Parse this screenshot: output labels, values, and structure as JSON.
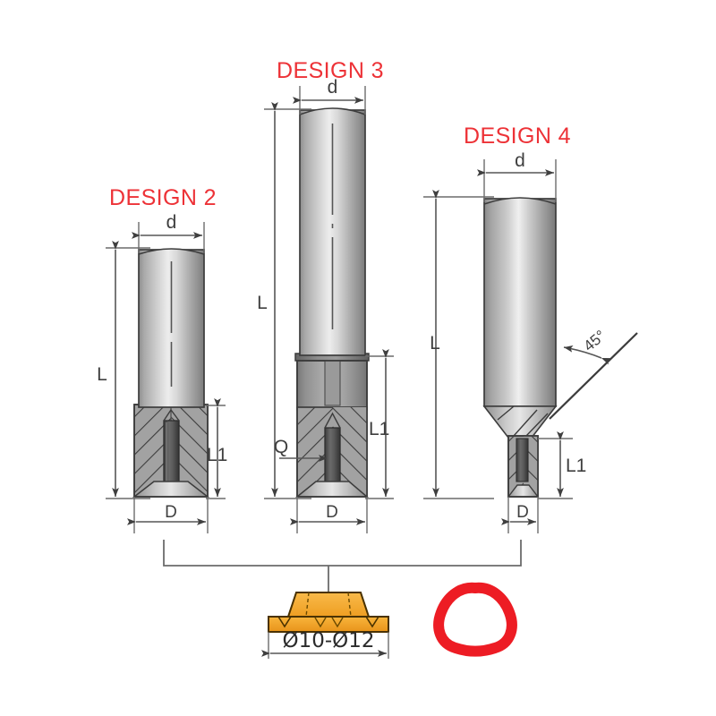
{
  "page": {
    "background_color": "#ffffff",
    "accent_color": "#ED3237",
    "insert_color": "#F3A024",
    "line_color": "#3c3c3c"
  },
  "designs": [
    {
      "id": "design-2",
      "title": "DESIGN 2",
      "dimensions": {
        "shank_diameter": "d",
        "overall_length": "L",
        "head_length": "L1",
        "cutting_diameter": "D"
      }
    },
    {
      "id": "design-3",
      "title": "DESIGN 3",
      "dimensions": {
        "shank_diameter": "d",
        "overall_length": "L",
        "head_length": "L1",
        "cutting_diameter": "D",
        "coolant_hole": "Q"
      }
    },
    {
      "id": "design-4",
      "title": "DESIGN 4",
      "dimensions": {
        "shank_diameter": "d",
        "overall_length": "L",
        "head_length": "L1",
        "cutting_diameter": "D",
        "chamfer_angle": "45°"
      }
    }
  ],
  "insert": {
    "name": "indexable-insert",
    "diameter_range_label": "Ø10-Ø12",
    "color": "#F3A024"
  },
  "insert_shape": {
    "name": "trigon-insert-outline",
    "color": "#ED1C24"
  },
  "icons": {
    "arrow": "arrow-head-icon",
    "centerline": "center-line-icon"
  }
}
